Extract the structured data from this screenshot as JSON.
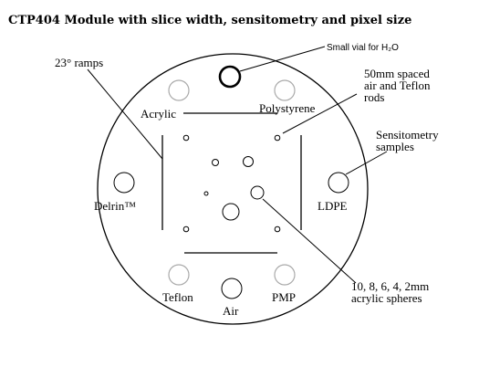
{
  "title": "CTP404 Module with slice width, sensitometry and pixel size",
  "labels": {
    "vial": "Small vial for H₂O",
    "ramps": "23° ramps",
    "rods_line1": "50mm spaced",
    "rods_line2": "air and Teflon",
    "rods_line3": "rods",
    "sensitometry_line1": "Sensitometry",
    "sensitometry_line2": "samples",
    "acrylic": "Acrylic",
    "polystyrene": "Polystyrene",
    "delrin": "Delrin™",
    "ldpe": "LDPE",
    "teflon": "Teflon",
    "air": "Air",
    "pmp": "PMP",
    "spheres_line1": "10, 8, 6, 4, 2mm",
    "spheres_line2": "acrylic spheres"
  }
}
